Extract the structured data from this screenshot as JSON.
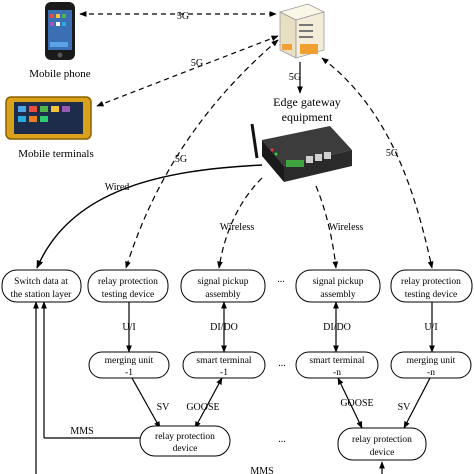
{
  "devices": {
    "mobile_phone": "Mobile phone",
    "mobile_terminals": "Mobile terminals",
    "edge_gateway_line1": "Edge gateway",
    "edge_gateway_line2": "equipment"
  },
  "nodes": {
    "switch_data_line1": "Switch data at",
    "switch_data_line2": "the station layer",
    "rpt_left_line1": "relay protection",
    "rpt_left_line2": "testing device",
    "spa_left_line1": "signal pickup",
    "spa_left_line2": "assembly",
    "spa_right_line1": "signal pickup",
    "spa_right_line2": "assembly",
    "rpt_right_line1": "relay protection",
    "rpt_right_line2": "testing device",
    "mu_left_line1": "merging unit",
    "mu_left_line2": "-1",
    "st_left_line1": "smart terminal",
    "st_left_line2": "-1",
    "st_right_line1": "smart terminal",
    "st_right_line2": "-n",
    "mu_right_line1": "merging unit",
    "mu_right_line2": "-n",
    "rpd_left_line1": "relay protection",
    "rpd_left_line2": "device",
    "rpd_right_line1": "relay protection",
    "rpd_right_line2": "device"
  },
  "edges": {
    "fiveg_phone": "5G",
    "fiveg_terminals": "5G",
    "fiveg_gateway": "5G",
    "fiveg_left": "5G",
    "fiveg_right": "5G",
    "wired": "Wired",
    "wireless_left": "Wireless",
    "wireless_right": "Wireless",
    "ui_left": "U/I",
    "dido_left": "DI/DO",
    "dido_right": "DI/DO",
    "ui_right": "U/I",
    "sv_left": "SV",
    "goose_left": "GOOSE",
    "goose_right": "GOOSE",
    "sv_right": "SV",
    "mms_1": "MMS",
    "mms_2": "MMS"
  },
  "ellipses": {
    "row1": "...",
    "row2": "...",
    "row3": "..."
  },
  "colors": {
    "line": "#000000",
    "phone_body": "#1a1a1a",
    "terminal_frame": "#d9a21a",
    "server_body": "#f2ecd9",
    "gateway_body": "#2a2a2a",
    "gateway_green": "#3fa33f"
  },
  "icons": {
    "mobile_phone": "smartphone-icon",
    "mobile_terminals": "tablet-icon",
    "server": "server-icon",
    "edge_gateway": "router-icon"
  }
}
